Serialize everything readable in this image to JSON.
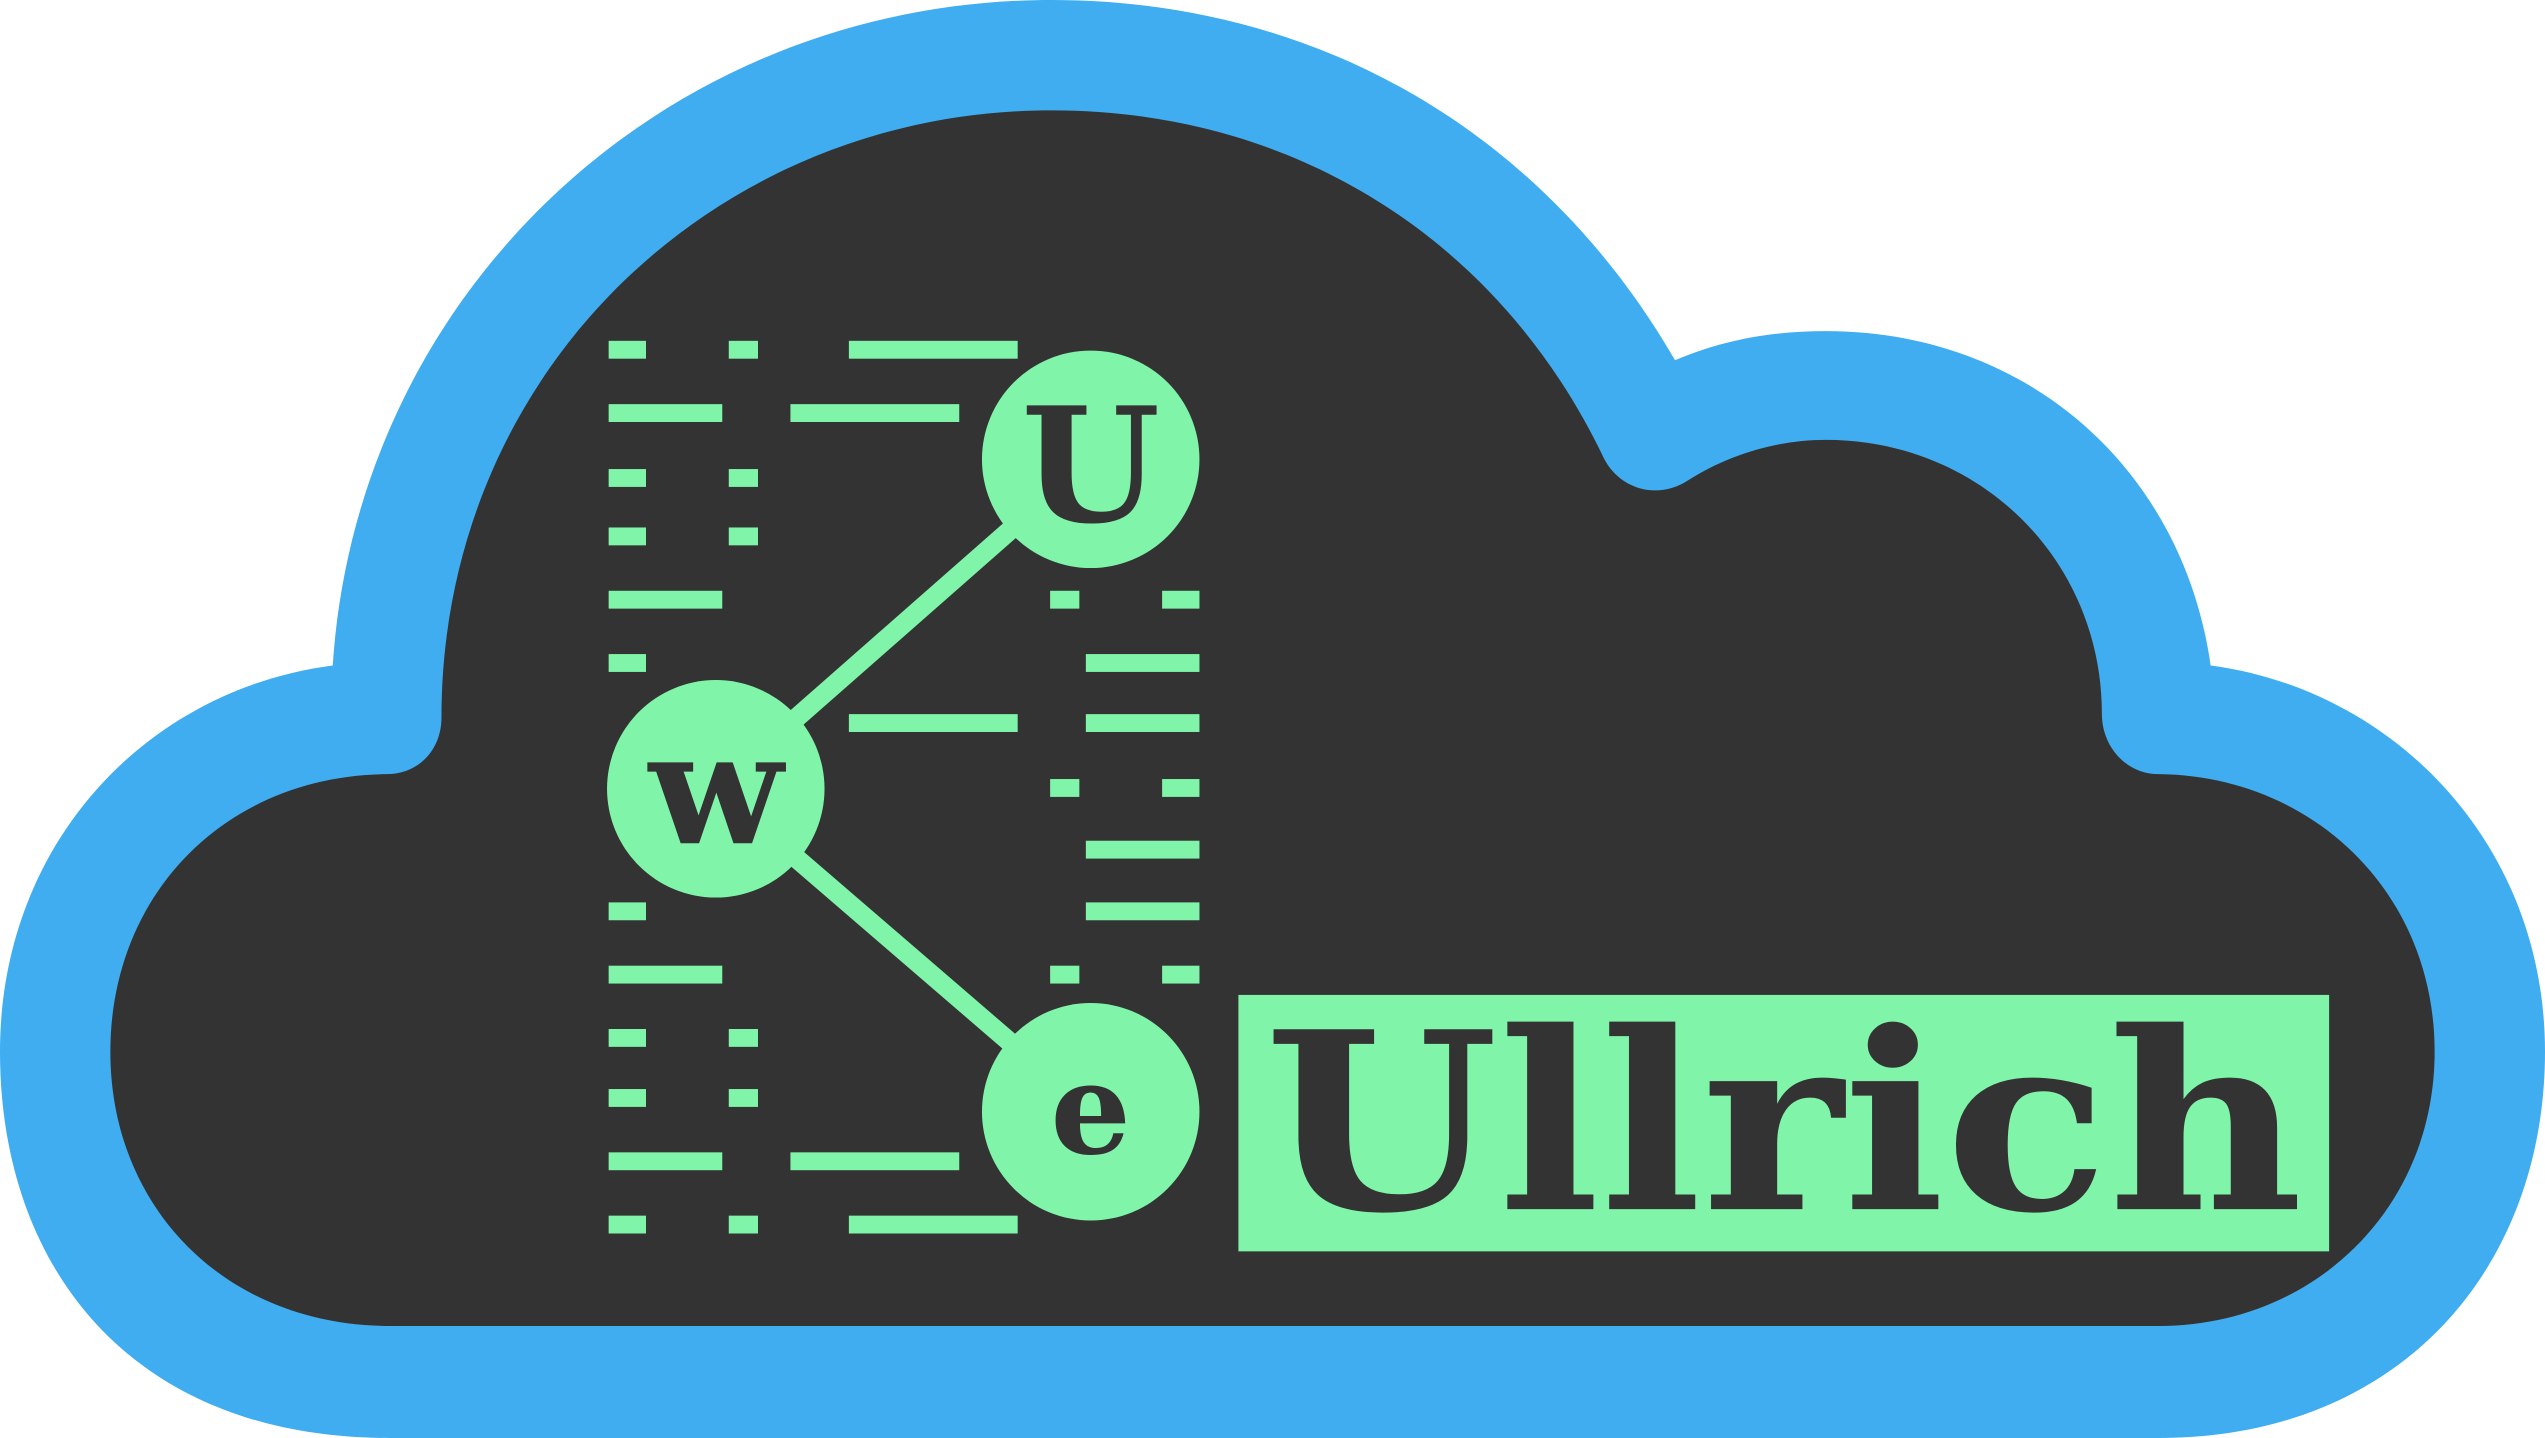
{
  "logo": {
    "wordmark": "Ullrich",
    "nodes": {
      "top": "U",
      "middle": "w",
      "bottom": "e"
    }
  },
  "colors": {
    "cloud_outline": "#3FADEF",
    "cloud_fill": "#333333",
    "accent_green": "#80F5AA",
    "background": "#FFFFFF"
  },
  "icons": {
    "cloud": "cloud-shape",
    "network": "node-graph-icon"
  }
}
